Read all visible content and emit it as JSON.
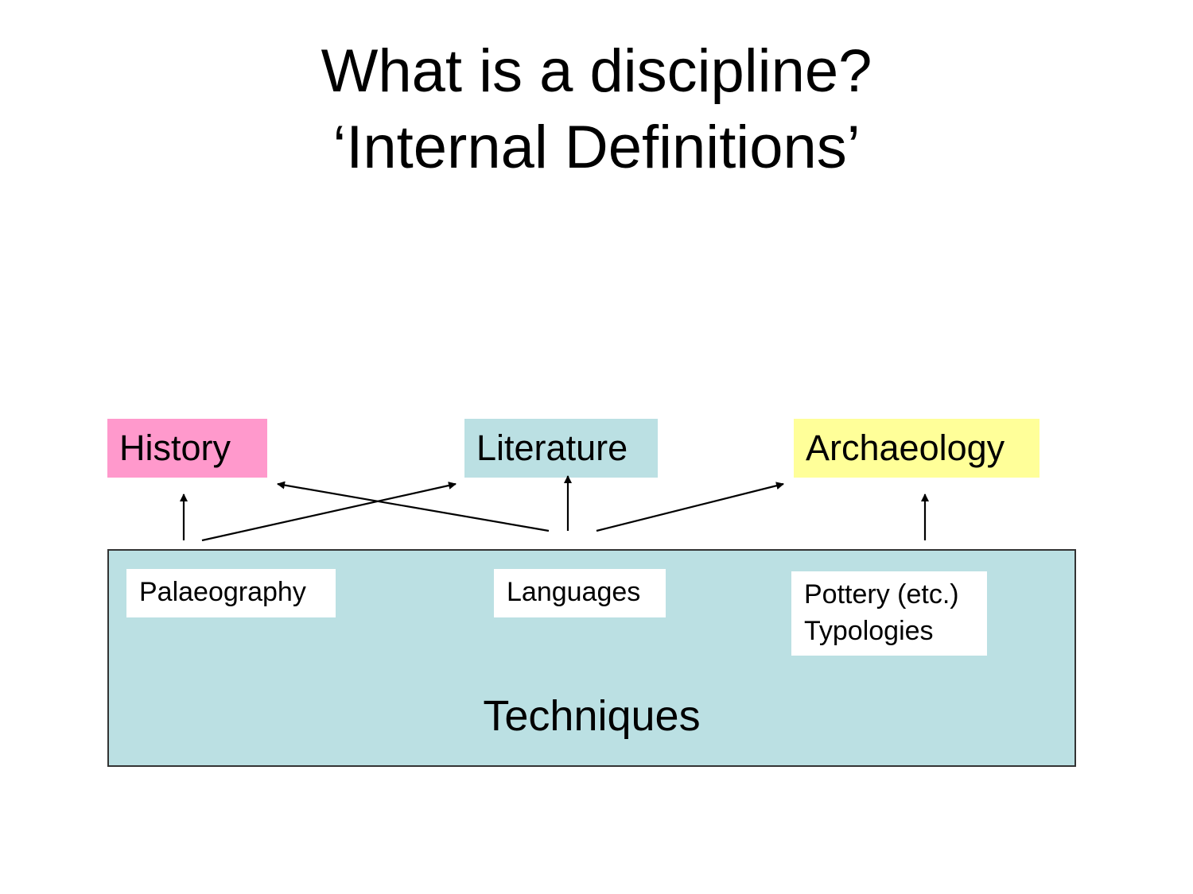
{
  "slide": {
    "title_line1": "What is a discipline?",
    "title_line2": "‘Internal Definitions’"
  },
  "disciplines": [
    {
      "label": "History",
      "color": "#ff99cc"
    },
    {
      "label": "Literature",
      "color": "#bbe0e3"
    },
    {
      "label": "Archaeology",
      "color": "#ffff99"
    }
  ],
  "techniques": {
    "label": "Techniques",
    "color": "#bbe0e3",
    "items": [
      {
        "label": "Palaeography"
      },
      {
        "label": "Languages"
      },
      {
        "label_line1": "Pottery (etc.)",
        "label_line2": "Typologies"
      }
    ]
  },
  "arrows": [
    {
      "from": "Palaeography",
      "to": "History"
    },
    {
      "from": "Palaeography",
      "to": "Literature"
    },
    {
      "from": "Languages",
      "to": "History"
    },
    {
      "from": "Languages",
      "to": "Literature"
    },
    {
      "from": "Languages",
      "to": "Archaeology"
    },
    {
      "from": "Pottery (etc.) Typologies",
      "to": "Archaeology"
    }
  ]
}
